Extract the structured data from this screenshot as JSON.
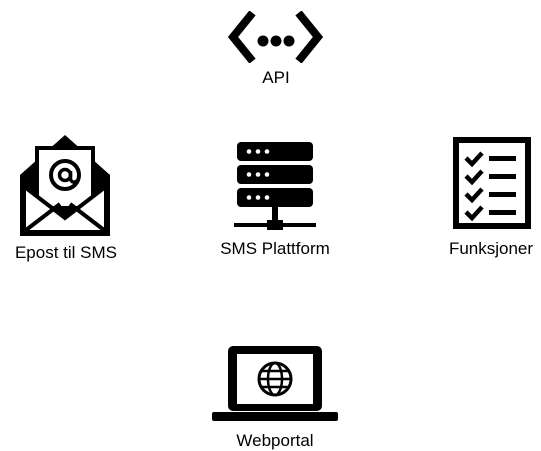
{
  "diagram": {
    "nodes": {
      "api": {
        "label": "API",
        "icon": "api-brackets-icon"
      },
      "email_to_sms": {
        "label": "Epost til SMS",
        "icon": "email-envelope-icon"
      },
      "sms_platform": {
        "label": "SMS Plattform",
        "icon": "server-rack-icon"
      },
      "functions": {
        "label": "Funksjoner",
        "icon": "checklist-icon"
      },
      "webportal": {
        "label": "Webportal",
        "icon": "laptop-globe-icon"
      }
    },
    "colors": {
      "icon": "#000000",
      "background": "#ffffff"
    }
  }
}
